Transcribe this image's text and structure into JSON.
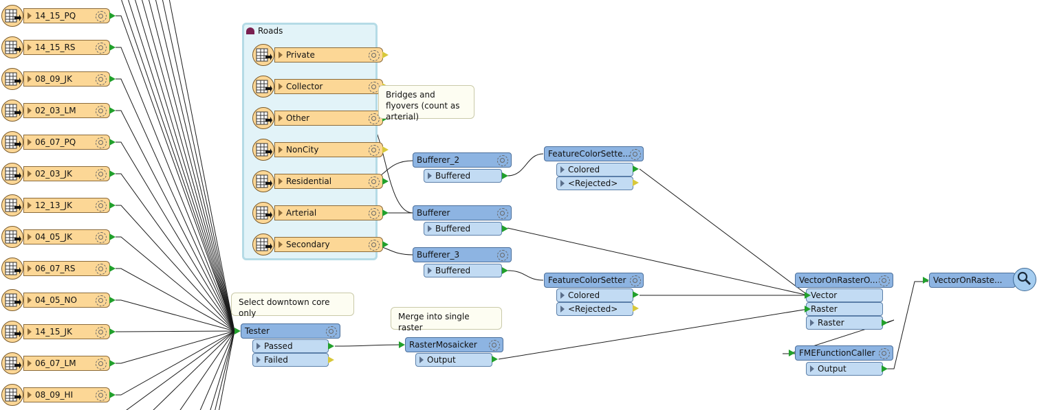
{
  "readers": [
    {
      "label": "14_15_PQ"
    },
    {
      "label": "14_15_RS"
    },
    {
      "label": "08_09_JK"
    },
    {
      "label": "02_03_LM"
    },
    {
      "label": "06_07_PQ"
    },
    {
      "label": "02_03_JK"
    },
    {
      "label": "12_13_JK"
    },
    {
      "label": "04_05_JK"
    },
    {
      "label": "06_07_RS"
    },
    {
      "label": "04_05_NO"
    },
    {
      "label": "14_15_JK"
    },
    {
      "label": "06_07_LM"
    },
    {
      "label": "08_09_HI"
    }
  ],
  "bookmark": {
    "title": "Roads",
    "readers": [
      {
        "label": "Private"
      },
      {
        "label": "Collector"
      },
      {
        "label": "Other"
      },
      {
        "label": "NonCity"
      },
      {
        "label": "Residential"
      },
      {
        "label": "Arterial"
      },
      {
        "label": "Secondary"
      }
    ]
  },
  "annotations": {
    "bridges": "Bridges and flyovers (count as arterial)",
    "downtown": "Select downtown core only",
    "merge": "Merge into single raster"
  },
  "transformers": {
    "bufferer2": {
      "name": "Bufferer_2",
      "out": "Buffered"
    },
    "bufferer": {
      "name": "Bufferer",
      "out": "Buffered"
    },
    "bufferer3": {
      "name": "Bufferer_3",
      "out": "Buffered"
    },
    "fcs1": {
      "name": "FeatureColorSette...",
      "out1": "Colored",
      "out2": "<Rejected>"
    },
    "fcs2": {
      "name": "FeatureColorSetter",
      "out1": "Colored",
      "out2": "<Rejected>"
    },
    "tester": {
      "name": "Tester",
      "out1": "Passed",
      "out2": "Failed"
    },
    "raster_mosaicker": {
      "name": "RasterMosaicker",
      "out": "Output"
    },
    "vector_on_raster": {
      "name": "VectorOnRasterO...",
      "in1": "Vector",
      "in2": "Raster",
      "out": "Raster"
    },
    "fme_function": {
      "name": "FMEFunctionCaller",
      "out": "Output"
    },
    "inspector": {
      "name": "VectorOnRaste..."
    }
  },
  "colors": {
    "reader_fill": "#fcd796",
    "transformer_fill": "#8db4e2",
    "port_fill": "#c2dbf3",
    "bookmark_fill": "#e2f3f8",
    "connected_port": "#22a02c",
    "unconnected_port": "#d8c83a"
  }
}
